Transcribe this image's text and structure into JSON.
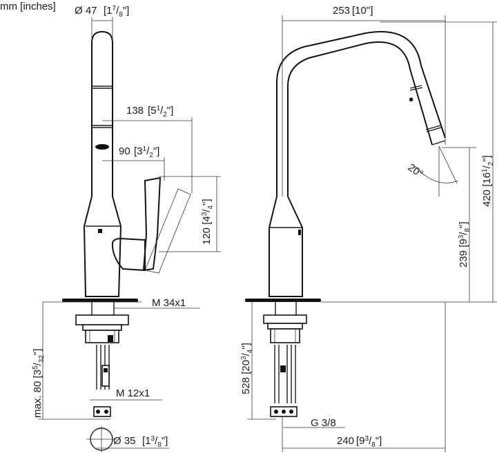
{
  "units_note": "mm [inches]",
  "dimensions": {
    "d47": {
      "mm": "Ø 47",
      "in_whole": "1",
      "in_num": "7",
      "in_den": "8",
      "quote": "\""
    },
    "d138": {
      "mm": "138",
      "in_whole": "5",
      "in_num": "1",
      "in_den": "2",
      "quote": "\""
    },
    "d90": {
      "mm": "90",
      "in_whole": "3",
      "in_num": "1",
      "in_den": "2",
      "quote": "\""
    },
    "d120": {
      "mm": "120",
      "in_whole": "4",
      "in_num": "3",
      "in_den": "4",
      "quote": "\""
    },
    "d253": {
      "mm": "253",
      "inches": "10\""
    },
    "d420": {
      "mm": "420",
      "in_whole": "16",
      "in_num": "1",
      "in_den": "2",
      "quote": "\""
    },
    "d239": {
      "mm": "239",
      "in_whole": "9",
      "in_num": "3",
      "in_den": "8",
      "quote": "\""
    },
    "d528": {
      "mm": "528",
      "in_whole": "20",
      "in_num": "3",
      "in_den": "4",
      "quote": "\""
    },
    "dmax80": {
      "mm": "max. 80",
      "in_whole": "3",
      "in_num": "5",
      "in_den": "32",
      "quote": "\""
    },
    "d35": {
      "mm": "Ø 35",
      "in_whole": "1",
      "in_num": "3",
      "in_den": "8",
      "quote": "\""
    },
    "d240": {
      "mm": "240",
      "in_whole": "9",
      "in_num": "3",
      "in_den": "8",
      "quote": "\""
    }
  },
  "threads": {
    "m34": "M 34x1",
    "m12": "M 12x1",
    "g38": "G 3/8"
  },
  "angle": "20°"
}
